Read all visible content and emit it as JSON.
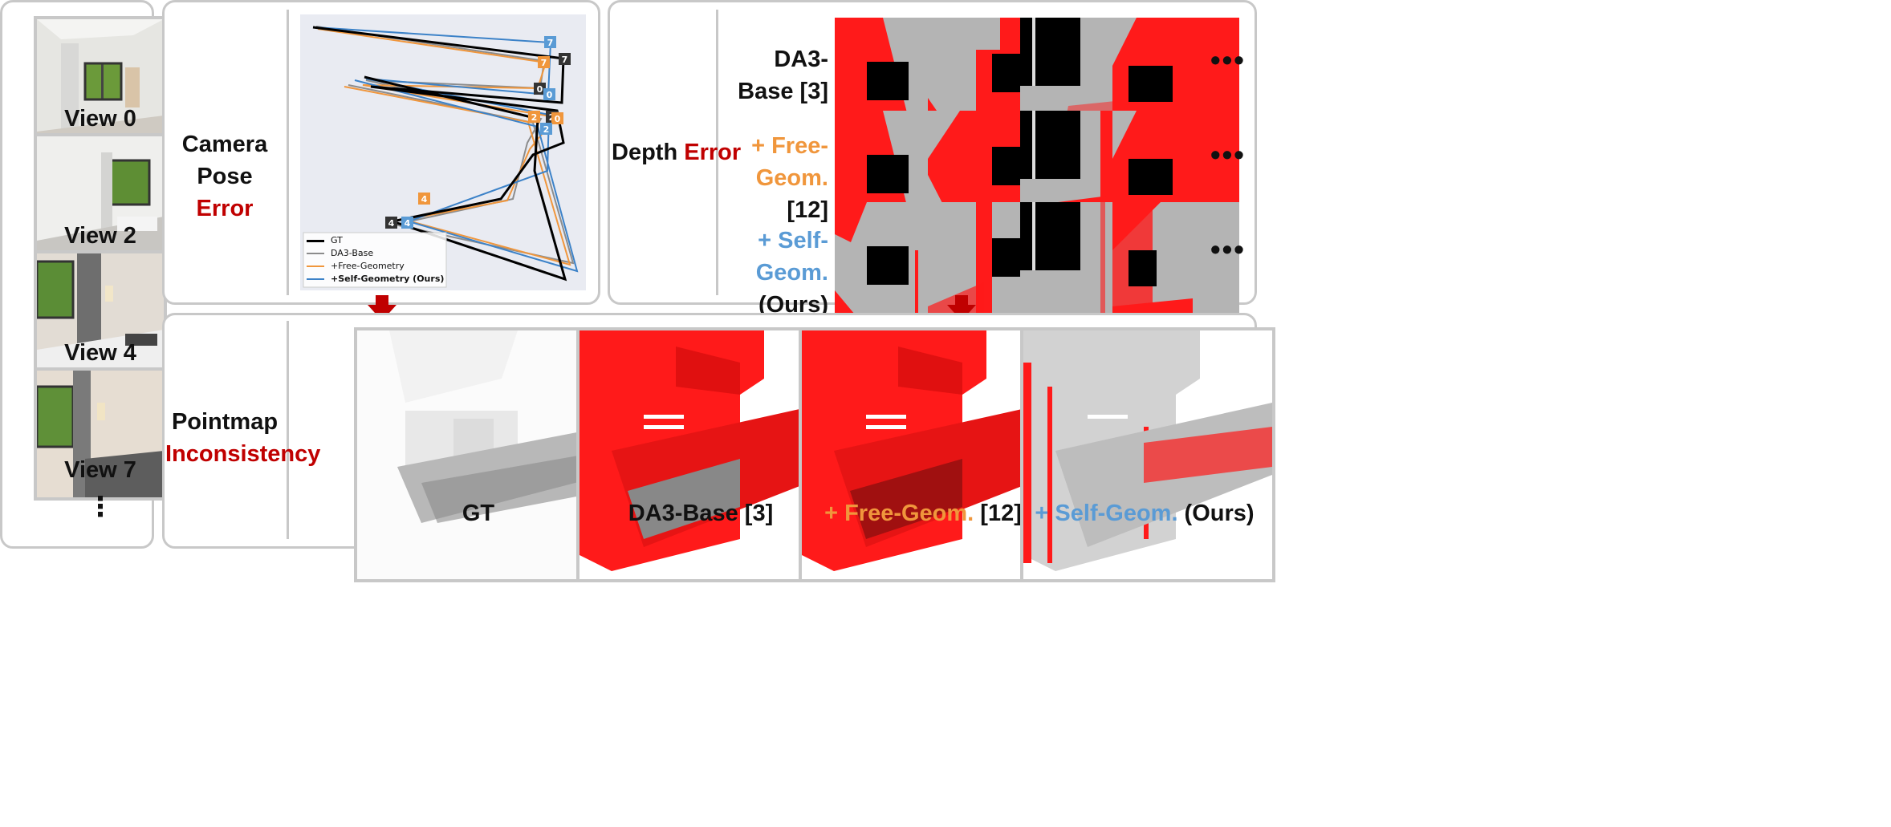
{
  "views": {
    "labels": [
      "View 0",
      "View 2",
      "View 4",
      "View 7"
    ],
    "more": "⋮"
  },
  "camera": {
    "title": "Camera Pose",
    "error": "Error",
    "legend": [
      "GT",
      "DA3-Base",
      "+Free-Geometry",
      "+Self-Geometry (Ours)"
    ],
    "colors": {
      "gt": "#000000",
      "base": "#8c8c8c",
      "free": "#f0963c",
      "self": "#3c82c8"
    }
  },
  "depth": {
    "title": "Depth",
    "error": "Error",
    "rows": [
      {
        "name": "DA3-Base [3]"
      },
      {
        "name_colored": "+ Free-Geom.",
        "ref": "[12]"
      },
      {
        "name_colored": "+ Self-Geom.",
        "ref": "(Ours)"
      }
    ],
    "ellipsis": "•••"
  },
  "pointmap": {
    "title": "Pointmap",
    "inconsistency": "Inconsistency",
    "captions": {
      "gt": "GT",
      "base": "DA3-Base [3]",
      "free_colored": "+ Free-Geom.",
      "free_ref": " [12]",
      "self_colored": "+ Self-Geom.",
      "self_ref": " (Ours)"
    }
  }
}
